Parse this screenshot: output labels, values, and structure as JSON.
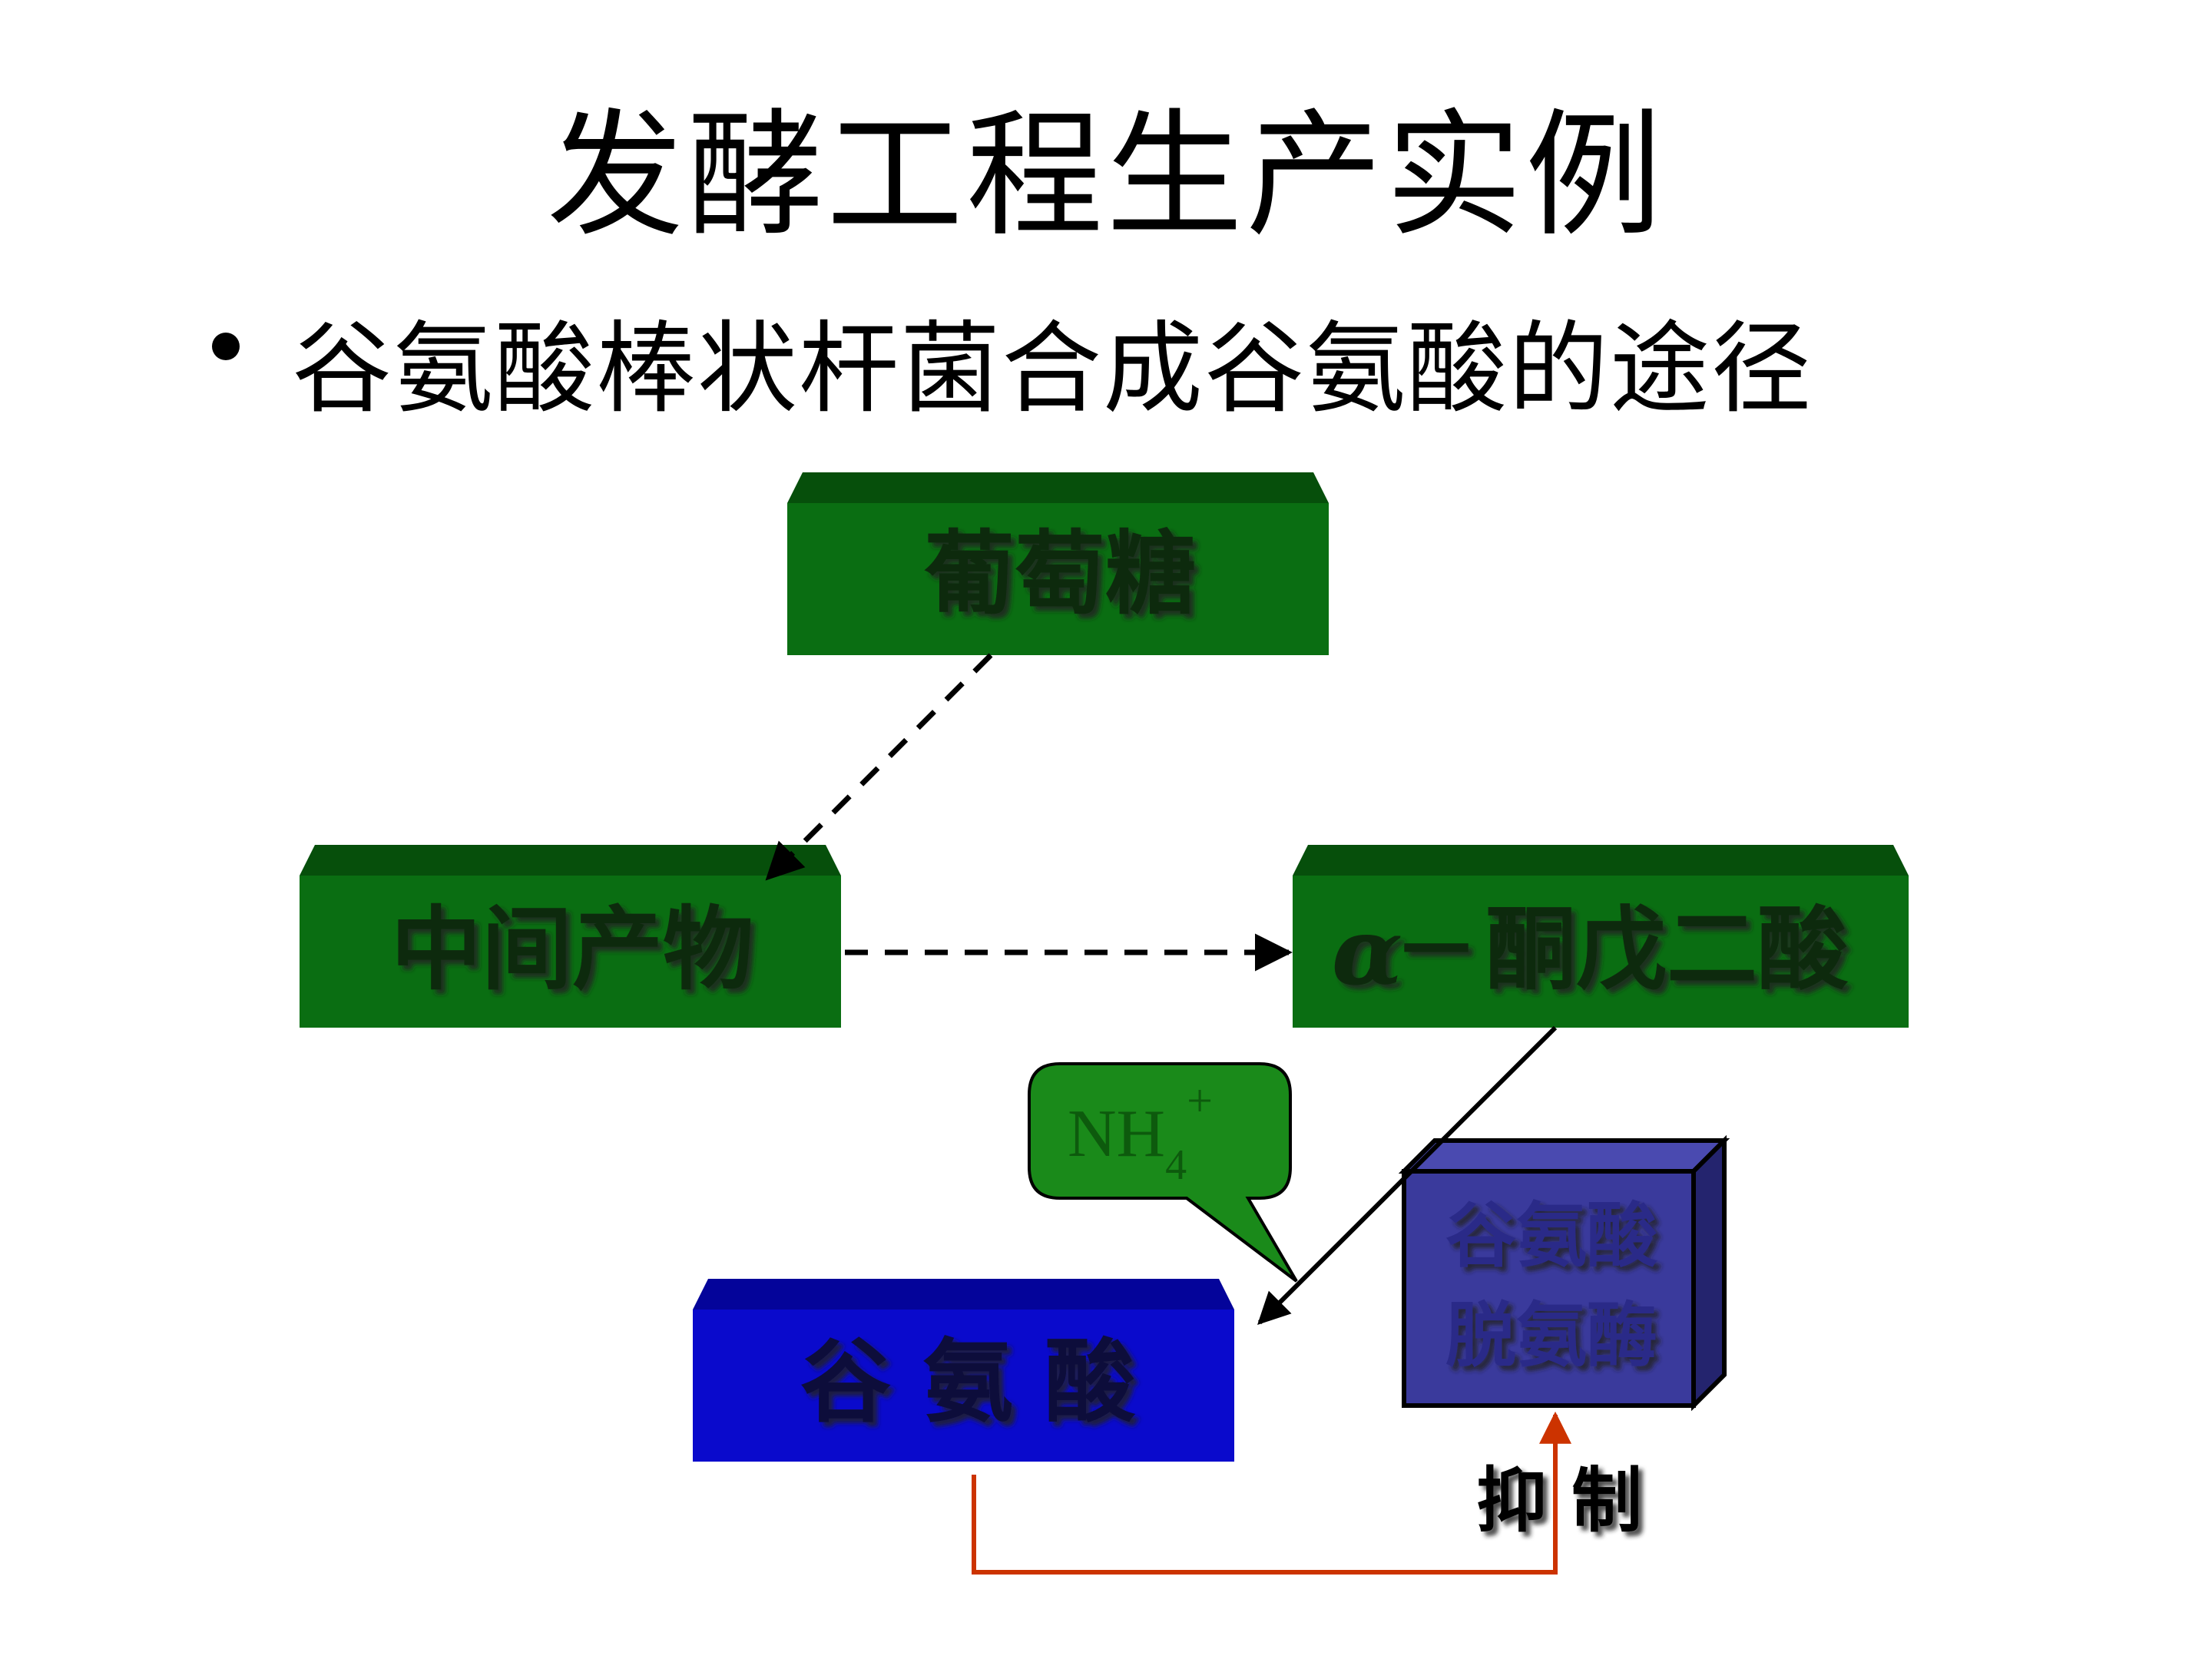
{
  "slide": {
    "title": "发酵工程生产实例",
    "bullet": "谷氨酸棒状杆菌合成谷氨酸的途径"
  },
  "diagram": {
    "nodes": {
      "glucose": "葡萄糖",
      "intermediate": "中间产物",
      "alpha_prefix": "α",
      "alpha_dash": "－",
      "alpha_rest": "酮戊二酸",
      "glutamate": "谷 氨 酸",
      "enzyme_line1": "谷氨酸",
      "enzyme_line2": "脱氨酶"
    },
    "callout": {
      "main": "NH",
      "sub": "4",
      "sup": "+"
    },
    "inhibit_label": "抑  制",
    "colors": {
      "green_box": "#0a6e12",
      "green_top": "#064f0b",
      "blue_box": "#0a0acc",
      "blue_top": "#04049a",
      "enzyme_face": "#3a3a9c",
      "callout_fill": "#1a8a1a",
      "inhibit_arrow": "#cc3300"
    }
  }
}
